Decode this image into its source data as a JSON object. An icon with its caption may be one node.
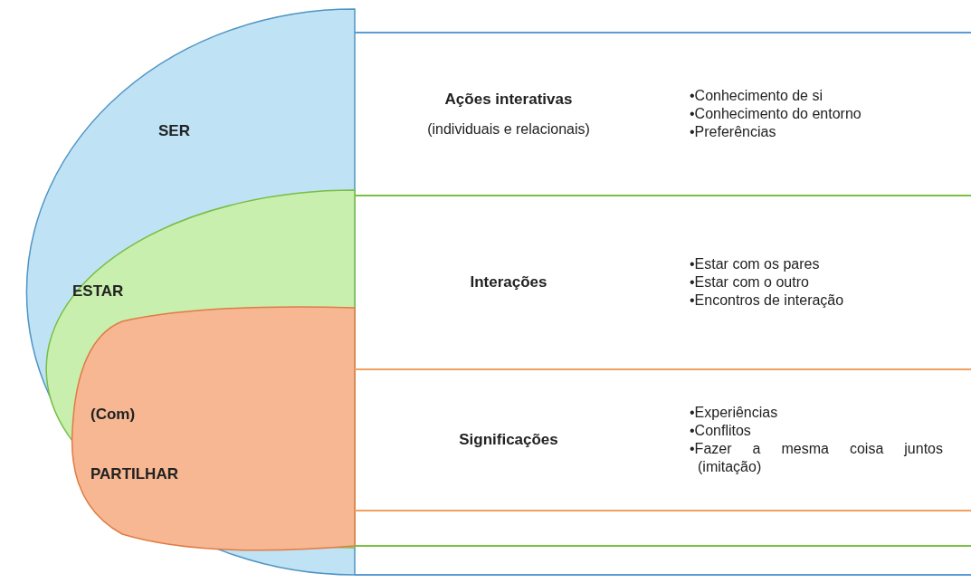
{
  "diagram": {
    "nodes": [
      {
        "text": [
          "SER"
        ]
      },
      {
        "text": [
          "ESTAR"
        ],
        "in": 0
      },
      {
        "text": [
          "(Com) PARTILHAR"
        ],
        "in": 1
      },
      {
        "text": [
          "Ações interativas",
          "(individuais e relacionais)",
          "•Conhecimento de si",
          "•Conhecimento do entorno",
          "•Preferências"
        ]
      },
      {
        "text": [
          "Interações",
          "•Estar com os pares",
          "•Estar com o outro",
          "•Encontros de interação"
        ]
      },
      {
        "text": [
          "Significações",
          "•Experiências",
          "•Conflitos",
          "•Fazer a mesma coisa juntos (imitação)"
        ]
      }
    ]
  }
}
